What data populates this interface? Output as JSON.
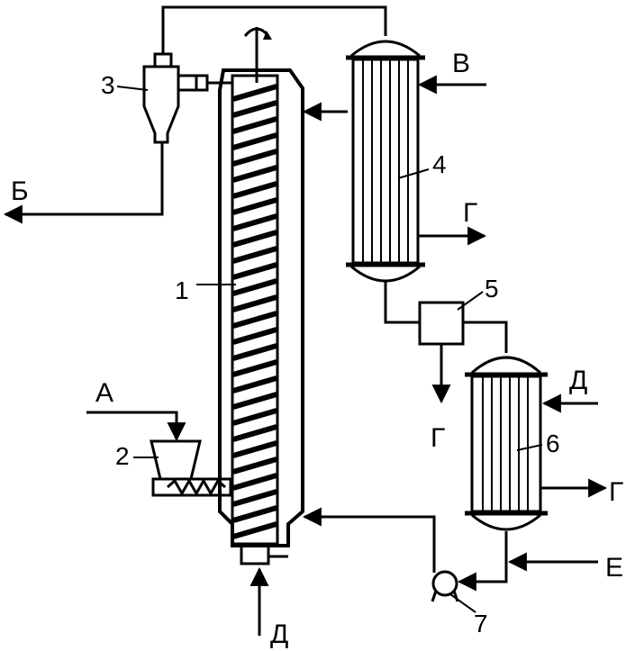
{
  "labels": {
    "n1": "1",
    "n2": "2",
    "n3": "3",
    "n4": "4",
    "n5": "5",
    "n6": "6",
    "n7": "7",
    "A": "А",
    "B": "Б",
    "V": "В",
    "G_cond4": "Г",
    "G_sep5": "Г",
    "G_cond6": "Г",
    "D_right": "Д",
    "D_bottom": "Д",
    "E": "Е"
  }
}
